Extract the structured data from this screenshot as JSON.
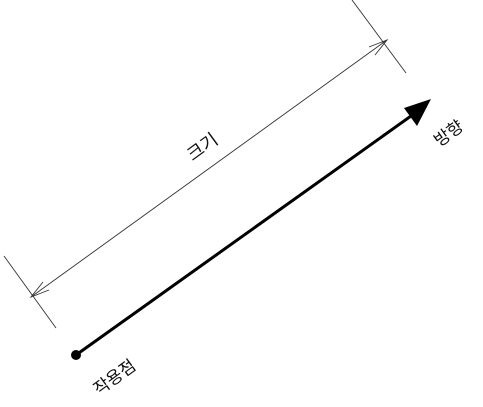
{
  "diagram": {
    "magnitude_label": "크기",
    "direction_label": "방향",
    "point_label": "작용점"
  },
  "colors": {
    "vector": "#000000",
    "dimension": "#333333",
    "text": "#111111"
  }
}
